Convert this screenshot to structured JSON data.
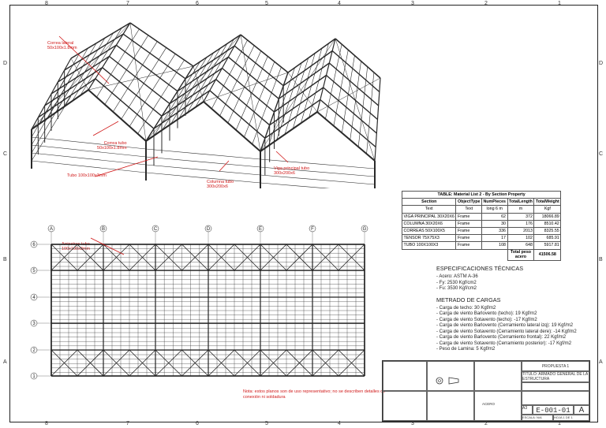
{
  "border": {
    "columns": [
      "8",
      "7",
      "6",
      "5",
      "4",
      "3",
      "2",
      "1"
    ],
    "rows": [
      "D",
      "C",
      "B",
      "A"
    ]
  },
  "annotations": {
    "correa_lateral": [
      "Correa lateral",
      "50x100x1.8mm"
    ],
    "correa_tubo": [
      "Correa tubo",
      "50x100x1.8mm"
    ],
    "tubo": "Tubo 100x100x3mm",
    "columna_tubo": [
      "Columna tubo",
      "300x200x6"
    ],
    "viga_principal": [
      "Viga principal tubo",
      "300x200x6"
    ],
    "arriostres": [
      "Arriostres tubo",
      "100x100x3mm"
    ]
  },
  "plan": {
    "col_labels": [
      "A",
      "B",
      "C",
      "D",
      "E",
      "F",
      "G"
    ],
    "row_labels": [
      "6",
      "5",
      "4",
      "3",
      "2",
      "1"
    ]
  },
  "material_table": {
    "title": "TABLE:  Material List 2 - By Section Property",
    "headers": [
      "Section",
      "ObjectType",
      "NumPieces",
      "TotalLength",
      "TotalWeight"
    ],
    "units": [
      "Text",
      "Text",
      "long 6 m",
      "m",
      "Kgf"
    ],
    "rows": [
      [
        "VIGA PRINCIPAL 30X20X6",
        "Frame",
        "62",
        "372",
        "18066.89"
      ],
      [
        "COLUMNA 30X20X6",
        "Frame",
        "30",
        "176",
        "8510.42"
      ],
      [
        "CORREAS 50X100X5",
        "Frame",
        "336",
        "2013",
        "8325.55"
      ],
      [
        "TENSOR 75X75X3",
        "Frame",
        "17",
        "102",
        "685.91"
      ],
      [
        "TUBO 100X100X3",
        "Frame",
        "108",
        "648",
        "5917.81"
      ]
    ],
    "total_label": "Total peso acero",
    "total_value": "41506.58"
  },
  "specs": {
    "title": "ESPECIFICACIONES TÉCNICAS",
    "items": [
      "- Acero: ASTM A-36",
      "- Fy: 2530 Kgf/cm2",
      "- Fu: 3530 Kgf/cm2"
    ],
    "loads_title": "METRADO DE CARGAS",
    "loads": [
      "- Carga de techo: 30 Kgf/m2",
      "- Carga de viento Barlovento (techo): 19 Kgf/m2",
      "- Carga de viento Sotavento (techo): -17 Kgf/m2",
      "- Carga de viento Barlovento (Cerramiento lateral izq): 19 Kgf/m2",
      "- Carga de viento Sotavento (Cerramiento lateral dere): -14 Kgf/m2",
      "- Carga de viento Barlovento (Cerramiento frontal): 22 Kgf/m2",
      "- Carga de viento Sotavento (Cerramiento posterior): -17 Kgf/m2",
      "- Peso de Lamina: 5 Kgf/m2"
    ]
  },
  "note": "Nota: estos planos son de uso representativo; no se describen detalles de conexión ni soldadura",
  "title_block": {
    "project": "PROPUESTA 1",
    "title_label": "TÍTULO:",
    "title": "ARMADO GENERAL DE LA ESTRUCTURA",
    "material": "ACERO",
    "drawing_no": "E-001-01",
    "rev": "A",
    "scale": "ESCALA: N/A",
    "sheet": "HOJA 1 DE 1",
    "size": "A3"
  }
}
